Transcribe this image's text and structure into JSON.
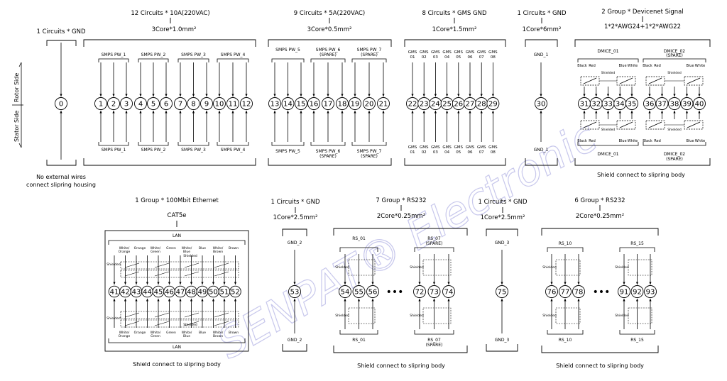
{
  "diagram": {
    "side_labels": {
      "rotor": "Rotor Side",
      "stator": "Stator Side"
    },
    "watermark": "SENPAT® Electronic",
    "top_row": {
      "g0": {
        "title": "1 Circuits * GND",
        "rings": [
          "0"
        ],
        "note1": "No external wires",
        "note2": "connect slipring housing"
      },
      "g1": {
        "title": "12 Circuits * 10A(220VAC)",
        "subtitle": "3Core*1.0mm²",
        "sub_top": [
          "SMPS PW_1",
          "SMPS PW_2",
          "SMPS PW_3",
          "SMPS PW_4"
        ],
        "sub_bottom": [
          "SMPS PW_1",
          "SMPS PW_2",
          "SMPS PW_3",
          "SMPS PW_4"
        ],
        "rings": [
          "1",
          "2",
          "3",
          "4",
          "5",
          "6",
          "7",
          "8",
          "9",
          "10",
          "11",
          "12"
        ]
      },
      "g2": {
        "title": "9 Circuits * 5A(220VAC)",
        "subtitle": "3Core*0.5mm²",
        "sub_top": [
          "SMPS PW_5",
          "SMPS PW_6",
          "SMPS PW_7"
        ],
        "sub_top_note": [
          "",
          "(SPARE)",
          "(SPARE)"
        ],
        "sub_bottom": [
          "SMPS PW_5",
          "SMPS PW_6",
          "SMPS PW_7"
        ],
        "sub_bottom_note": [
          "",
          "(SPARE)",
          "(SPARE)"
        ],
        "rings": [
          "13",
          "14",
          "15",
          "16",
          "17",
          "18",
          "19",
          "20",
          "21"
        ]
      },
      "g3": {
        "title": "8 Circuits * GMS GND",
        "subtitle": "1Core*1.5mm²",
        "top_labels": [
          "GMS 01",
          "GMS 02",
          "GMS 03",
          "GMS 04",
          "GMS 05",
          "GMS 06",
          "GMS 07",
          "GMS 08"
        ],
        "bottom_labels": [
          "GMS 01",
          "GMS 02",
          "GMS 03",
          "GMS 04",
          "GMS 05",
          "GMS 06",
          "GMS 07",
          "GMS 08"
        ],
        "rings": [
          "22",
          "23",
          "24",
          "25",
          "26",
          "27",
          "28",
          "29"
        ]
      },
      "g4": {
        "title": "1 Circuits * GND",
        "subtitle": "1Core*6mm²",
        "top_label": "GND_1",
        "bottom_label": "GND_1",
        "rings": [
          "30"
        ]
      },
      "g5": {
        "title": "2 Group * Devicenet Signal",
        "subtitle": "1*2*AWG24+1*2*AWG22",
        "sub_top": [
          "DMICE_01",
          "DMICE_02"
        ],
        "sub_top_note": [
          "",
          "(SPARE)"
        ],
        "sub_bottom": [
          "DMICE_01",
          "DMICE_02"
        ],
        "sub_bottom_note": [
          "",
          "(SPARE)"
        ],
        "wire_labels": [
          "Black",
          "Red",
          "Blue",
          "White"
        ],
        "shield": "Shielded",
        "rings": [
          "31",
          "32",
          "33",
          "34",
          "35",
          "36",
          "37",
          "38",
          "39",
          "40"
        ],
        "note": "Shield connect to slipring body"
      }
    },
    "bottom_row": {
      "g6": {
        "title": "1 Group * 100Mbit Ethernet",
        "subtitle": "CAT5e",
        "box_top": "LAN",
        "box_bottom": "LAN",
        "wire_labels": [
          "White/ Orange",
          "Orange",
          "White/ Green",
          "Green",
          "White/ Blue",
          "Blue",
          "White/ Brown",
          "Brown"
        ],
        "shield": "Shielded",
        "rings": [
          "41",
          "42",
          "43",
          "44",
          "45",
          "46",
          "47",
          "48",
          "49",
          "50",
          "51",
          "52"
        ],
        "note": "Shield connect to slipring body"
      },
      "g7": {
        "title": "1 Circuits * GND",
        "subtitle": "1Core*2.5mm²",
        "top_label": "GND_2",
        "bottom_label": "GND_2",
        "rings": [
          "53"
        ]
      },
      "g8": {
        "title": "7 Group * RS232",
        "subtitle": "2Core*0.25mm²",
        "sub_top": [
          "RS_01",
          "RS_07"
        ],
        "sub_top_note": [
          "",
          "(SPARE)"
        ],
        "sub_bottom": [
          "RS_01",
          "RS_07"
        ],
        "sub_bottom_note": [
          "",
          "(SPARE)"
        ],
        "shield": "Shielded",
        "ellipsis": "•••",
        "rings": [
          "54",
          "55",
          "56",
          "72",
          "73",
          "74"
        ],
        "note": "Shield connect to slipring body"
      },
      "g9": {
        "title": "1 Circuits * GND",
        "subtitle": "1Core*2.5mm²",
        "top_label": "GND_3",
        "bottom_label": "GND_3",
        "rings": [
          "75"
        ]
      },
      "g10": {
        "title": "6 Group * RS232",
        "subtitle": "2Core*0.25mm²",
        "sub_top": [
          "RS_10",
          "RS_15"
        ],
        "sub_bottom": [
          "RS_10",
          "RS_15"
        ],
        "shield": "Shielded",
        "ellipsis": "•••",
        "rings": [
          "76",
          "77",
          "78",
          "91",
          "92",
          "93"
        ],
        "note": "Shield connect to slipring body"
      }
    }
  }
}
